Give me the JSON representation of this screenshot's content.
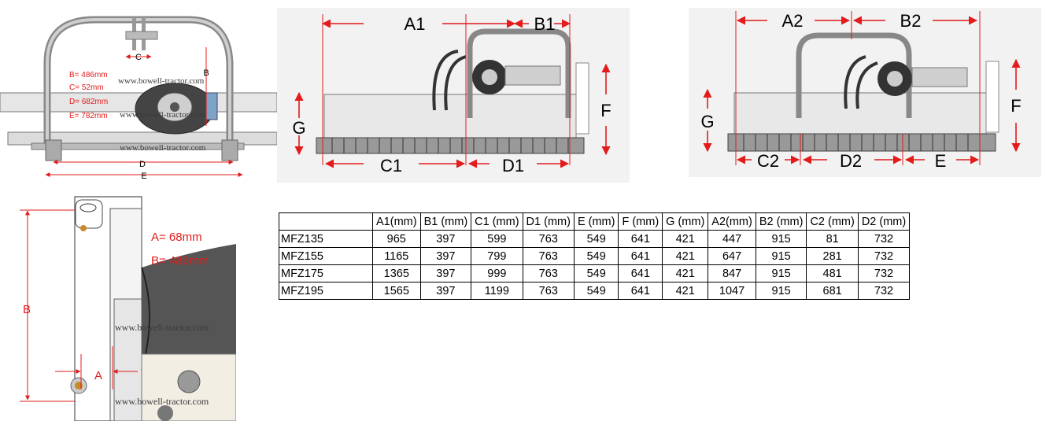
{
  "top_view": {
    "labels": {
      "c": "C",
      "b": "B",
      "d": "D",
      "e": "E"
    },
    "dims": [
      "B= 486mm",
      "C= 52mm",
      "D= 682mm",
      "E= 782mm"
    ],
    "watermarks": [
      "www.bowell-tractor.com",
      "www.bowell-tractor.com",
      "www.bowell-tractor.com"
    ]
  },
  "front_view_1": {
    "labels": {
      "a1": "A1",
      "b1": "B1",
      "c1": "C1",
      "d1": "D1",
      "f": "F",
      "g": "G"
    }
  },
  "front_view_2": {
    "labels": {
      "a2": "A2",
      "b2": "B2",
      "c2": "C2",
      "d2": "D2",
      "e": "E",
      "f": "F",
      "g": "G"
    }
  },
  "side_view": {
    "labels": {
      "a": "A",
      "b": "B"
    },
    "dims": [
      "A= 68mm",
      "B= 486mm"
    ],
    "watermarks": [
      "www.bowell-tractor.com",
      "www.bowell-tractor.com"
    ]
  },
  "spec_table": {
    "headers": [
      "",
      "A1(mm)",
      "B1 (mm)",
      "C1 (mm)",
      "D1 (mm)",
      "E (mm)",
      "F (mm)",
      "G (mm)",
      "A2(mm)",
      "B2 (mm)",
      "C2 (mm)",
      "D2 (mm)"
    ],
    "rows": [
      [
        "MFZ135",
        "965",
        "397",
        "599",
        "763",
        "549",
        "641",
        "421",
        "447",
        "915",
        "81",
        "732"
      ],
      [
        "MFZ155",
        "1165",
        "397",
        "799",
        "763",
        "549",
        "641",
        "421",
        "647",
        "915",
        "281",
        "732"
      ],
      [
        "MFZ175",
        "1365",
        "397",
        "999",
        "763",
        "549",
        "641",
        "421",
        "847",
        "915",
        "481",
        "732"
      ],
      [
        "MFZ195",
        "1565",
        "397",
        "1199",
        "763",
        "549",
        "641",
        "421",
        "1047",
        "915",
        "681",
        "732"
      ]
    ]
  },
  "colors": {
    "dimension": "#e31b1b",
    "machine": "#8a8a8a",
    "panel_bg": "#f2f2f2"
  }
}
